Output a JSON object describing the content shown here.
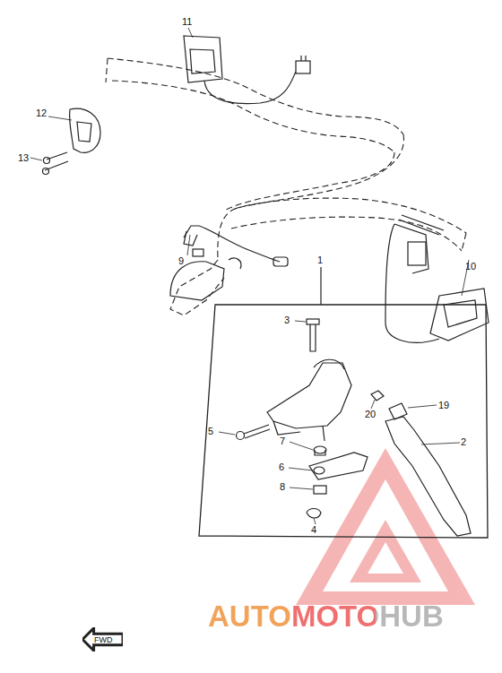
{
  "diagram": {
    "nodes": [
      {
        "text": [
          "FWD"
        ]
      }
    ],
    "labels": [
      "11",
      "12",
      "13",
      "9",
      "1",
      "3",
      "10",
      "20",
      "19",
      "5",
      "7",
      "2",
      "6",
      "8",
      "4",
      "AUTOMOTOHUB"
    ]
  }
}
